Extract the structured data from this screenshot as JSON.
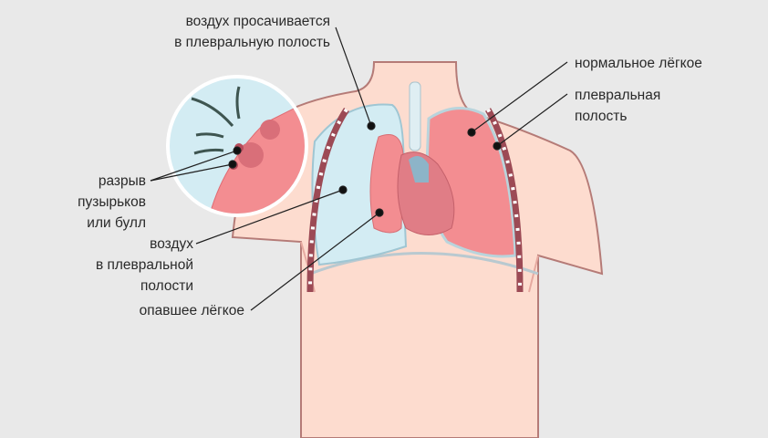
{
  "title": "Пневмоторакс",
  "labels": {
    "air_leak": [
      "воздух просачивается",
      "в плевральную полость"
    ],
    "rupture": [
      "разрыв",
      "пузырьков",
      "или булл"
    ],
    "air_in_cavity": [
      "воздух",
      "в плевральной",
      "полости"
    ],
    "collapsed_lung": "опавшее лёгкое",
    "normal_lung": "нормальное лёгкое",
    "pleural_cavity": [
      "плевральная",
      "полость"
    ]
  },
  "colors": {
    "background": "#e9e9e9",
    "skin": "#fddccf",
    "skin_outline": "#b57b77",
    "lung": "#f38d91",
    "air": "#d3ecf3",
    "rib": "#9c4a55"
  }
}
